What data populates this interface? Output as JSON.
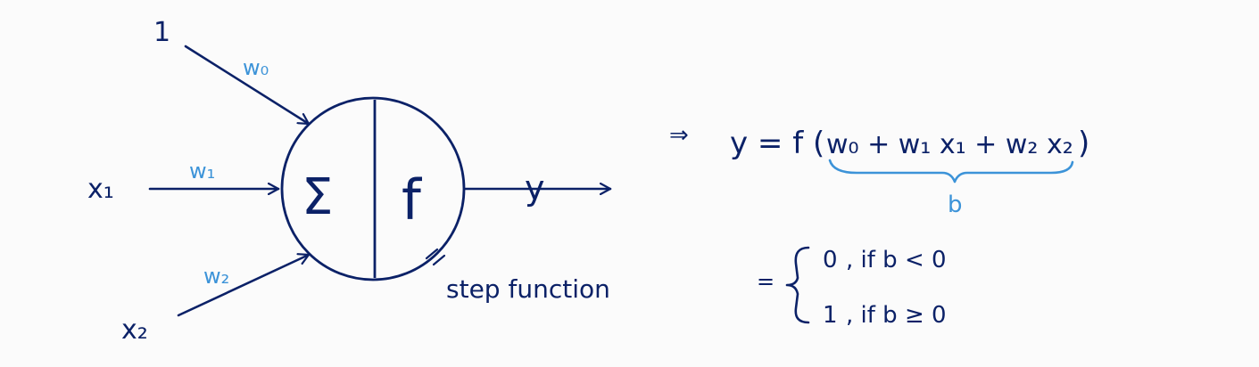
{
  "diagram": {
    "inputs": [
      {
        "label": "1",
        "weight": "w₀"
      },
      {
        "label": "x₁",
        "weight": "w₁"
      },
      {
        "label": "x₂",
        "weight": "w₂"
      }
    ],
    "neuron": {
      "sum_symbol": "Σ",
      "activation_symbol": "f"
    },
    "output_label": "y",
    "activation_annotation": "step function"
  },
  "equations": {
    "implies": "⇒",
    "y_definition": {
      "lhs": "y = f (",
      "inner": "w₀ + w₁ x₁ + w₂ x₂",
      "rhs": ")",
      "brace_label": "b"
    },
    "cases": {
      "equals": "=",
      "case_1_value": "0",
      "case_1_condition": ", if b < 0",
      "case_2_value": "1",
      "case_2_condition": ", if b ≥ 0"
    }
  },
  "colors": {
    "ink": "#0b2167",
    "accent": "#3c93d8"
  }
}
